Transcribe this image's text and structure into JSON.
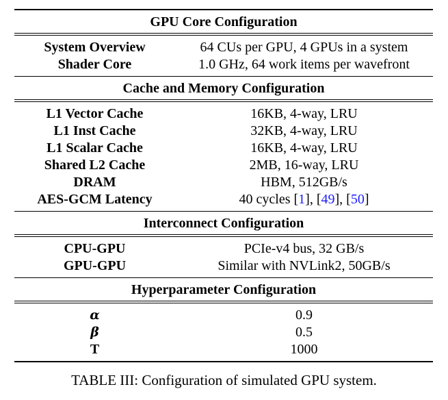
{
  "sections": [
    {
      "title": "GPU Core Configuration",
      "rows": [
        {
          "key": "System Overview",
          "value": "64 CUs per GPU, 4 GPUs in a system"
        },
        {
          "key": "Shader Core",
          "value": "1.0 GHz, 64 work items per wavefront"
        }
      ]
    },
    {
      "title": "Cache and Memory Configuration",
      "rows": [
        {
          "key": "L1 Vector Cache",
          "value": "16KB, 4-way, LRU"
        },
        {
          "key": "L1 Inst Cache",
          "value": "32KB, 4-way, LRU"
        },
        {
          "key": "L1 Scalar Cache",
          "value": "16KB, 4-way, LRU"
        },
        {
          "key": "Shared L2 Cache",
          "value": "2MB, 16-way, LRU"
        },
        {
          "key": "DRAM",
          "value": "HBM, 512GB/s"
        },
        {
          "key": "AES-GCM Latency",
          "value_prefix": "40 cycles [",
          "cite1": "1",
          "sep1": "], [",
          "cite2": "49",
          "sep2": "], [",
          "cite3": "50",
          "suffix": "]"
        }
      ]
    },
    {
      "title": "Interconnect Configuration",
      "rows": [
        {
          "key": "CPU-GPU",
          "value": "PCIe-v4 bus, 32 GB/s"
        },
        {
          "key": "GPU-GPU",
          "value": "Similar with NVLink2, 50GB/s"
        }
      ]
    },
    {
      "title": "Hyperparameter Configuration",
      "rows": [
        {
          "key": "α",
          "value": "0.9"
        },
        {
          "key": "β",
          "value": "0.5"
        },
        {
          "key": "T",
          "value": "1000"
        }
      ]
    }
  ],
  "caption": "TABLE III: Configuration of simulated GPU system."
}
